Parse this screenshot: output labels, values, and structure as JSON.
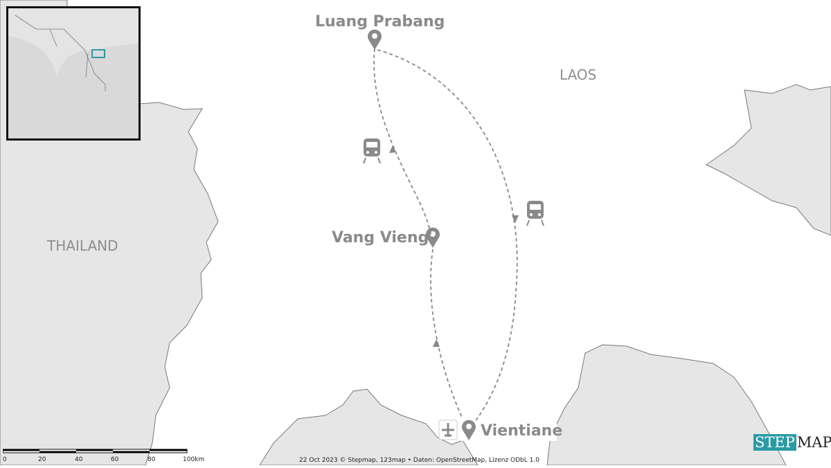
{
  "map": {
    "countries": [
      "LAOS",
      "THAILAND"
    ],
    "cities": [
      {
        "name": "Luang Prabang",
        "icon": "map-pin-icon"
      },
      {
        "name": "Vang Vieng",
        "icon": "map-pin-icon"
      },
      {
        "name": "Vientiane",
        "icon": "map-pin-icon"
      }
    ],
    "transport_icons": [
      "train-icon",
      "train-icon",
      "airplane-icon"
    ],
    "colors": {
      "land": "#e6e6e6",
      "route": "#888888",
      "inset_highlight": "#2a9ba3"
    }
  },
  "scale_bar": {
    "ticks": [
      "0",
      "20",
      "40",
      "60",
      "80",
      "100km"
    ]
  },
  "credit": "22 Oct 2023 © Stepmap, 123map • Daten: OpenStreetMap, Lizenz ODbL 1.0",
  "logo": {
    "part1": "STEP",
    "part2": "MAP"
  }
}
